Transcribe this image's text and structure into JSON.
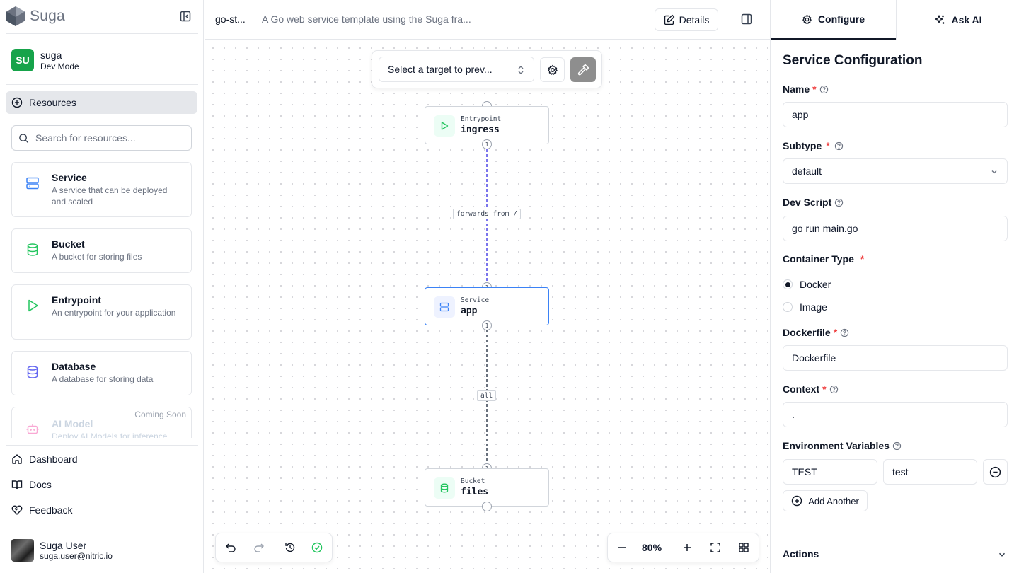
{
  "brand": {
    "name": "Suga"
  },
  "workspace": {
    "initials": "SU",
    "name": "suga",
    "mode": "Dev Mode"
  },
  "sidebar": {
    "resources_label": "Resources",
    "search_placeholder": "Search for resources...",
    "resources": [
      {
        "title": "Service",
        "description": "A service that can be deployed and scaled",
        "icon": "server-icon",
        "color": "#3b82f6"
      },
      {
        "title": "Bucket",
        "description": "A bucket for storing files",
        "icon": "database-icon",
        "color": "#22c55e"
      },
      {
        "title": "Entrypoint",
        "description": "An entrypoint for your application",
        "icon": "play-icon",
        "color": "#22c55e"
      },
      {
        "title": "Database",
        "description": "A database for storing data",
        "icon": "database-icon",
        "color": "#6366f1"
      },
      {
        "title": "AI Model",
        "description": "Deploy AI Models for inference",
        "badge": "Coming Soon",
        "icon": "bot-icon",
        "color": "#f9a8d4"
      }
    ],
    "bottom_nav": [
      "Dashboard",
      "Docs",
      "Feedback"
    ],
    "user": {
      "name": "Suga User",
      "email": "suga.user@nitric.io"
    }
  },
  "topbar": {
    "project": "go-st...",
    "description": "A Go web service template using the Suga fra...",
    "details_label": "Details"
  },
  "canvas": {
    "target_placeholder": "Select a target to prev...",
    "nodes": [
      {
        "type": "Entrypoint",
        "name": "ingress"
      },
      {
        "type": "Service",
        "name": "app"
      },
      {
        "type": "Bucket",
        "name": "files"
      }
    ],
    "edges": [
      {
        "label": "forwards from /",
        "color": "#4f46e5"
      },
      {
        "label": "all",
        "color": "#374151"
      }
    ],
    "handle_count": "1",
    "zoom": "80%"
  },
  "panel": {
    "tabs": [
      "Configure",
      "Ask AI"
    ],
    "title": "Service Configuration",
    "name_label": "Name",
    "name_value": "app",
    "subtype_label": "Subtype",
    "subtype_value": "default",
    "dev_script_label": "Dev Script",
    "dev_script_value": "go run main.go",
    "container_type_label": "Container Type",
    "container_options": [
      "Docker",
      "Image"
    ],
    "dockerfile_label": "Dockerfile",
    "dockerfile_value": "Dockerfile",
    "context_label": "Context",
    "context_value": ".",
    "env_label": "Environment Variables",
    "env_vars": [
      {
        "key": "TEST",
        "value": "test"
      }
    ],
    "add_another_label": "Add Another",
    "actions_label": "Actions"
  }
}
